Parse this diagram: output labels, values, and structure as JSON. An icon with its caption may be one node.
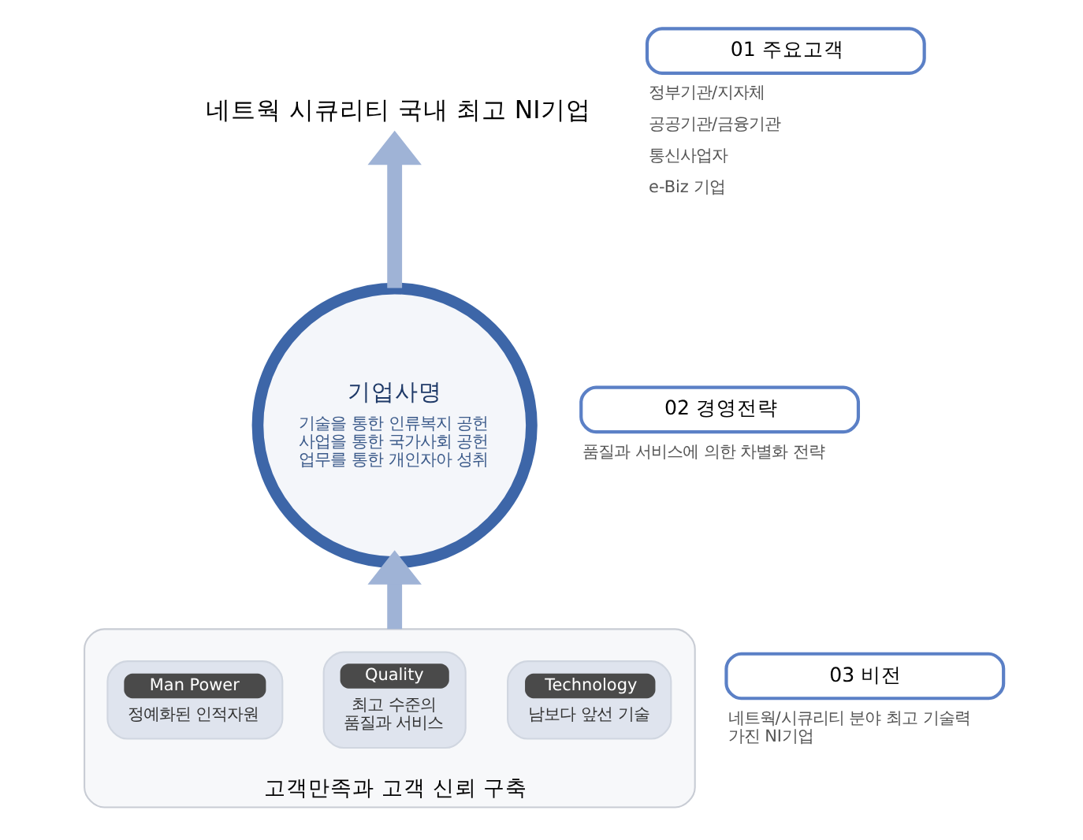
{
  "diagram": {
    "nodes": [
      {
        "text": [
          "네트웍 시큐리티 국내 최고 NI기업"
        ]
      },
      {
        "text": [
          "기업사명",
          "기술을 통한 인류복지 공헌 사업을 통한 국가사회 공헌 업무를 통한 개인자아 성취"
        ]
      },
      {
        "text": [
          "고객만족과 고객 신뢰 구축"
        ]
      },
      {
        "text": [
          "Man Power",
          "정예화된 인적자원"
        ],
        "in": 2
      },
      {
        "text": [
          "Quality",
          "최고 수준의 품질과 서비스"
        ],
        "in": 2
      },
      {
        "text": [
          "Technology",
          "남보다 앞선 기술"
        ],
        "in": 2
      },
      {
        "text": [
          "01 주요고객"
        ],
        "beside": [
          "정부기관/지자체",
          "공공기관/금융기관",
          "통신사업자",
          "e-Biz 기업"
        ]
      },
      {
        "text": [
          "02 경영전략"
        ],
        "beside": [
          "품질과 서비스에 의한 차별화 전략"
        ]
      },
      {
        "text": [
          "03 비전"
        ],
        "beside": [
          "네트웍/시큐리티 분야 최고 기술력 가진 NI기업"
        ]
      }
    ],
    "edges": [
      {
        "from": 2,
        "to": 1,
        "arrow": "to"
      },
      {
        "from": 1,
        "to": 0,
        "arrow": "to"
      }
    ]
  }
}
